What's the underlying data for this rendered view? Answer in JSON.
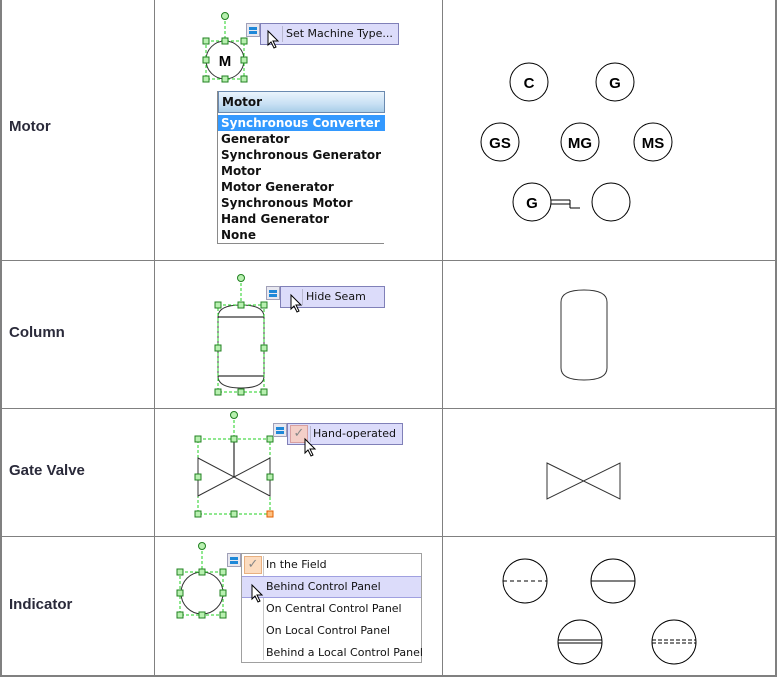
{
  "rows": [
    {
      "label": "Motor",
      "smart_tag": {
        "label": "Set Machine Type..."
      },
      "shape_letter": "M",
      "dropdown": {
        "selected_value": "Motor",
        "highlighted": "Synchronous Converter",
        "options": [
          "Synchronous Converter",
          "Generator",
          "Synchronous Generator",
          "Motor",
          "Motor Generator",
          "Synchronous Motor",
          "Hand Generator",
          "None"
        ]
      },
      "variants": [
        "C",
        "G",
        "GS",
        "MG",
        "MS",
        "G",
        ""
      ]
    },
    {
      "label": "Column",
      "smart_tag": {
        "label": "Hide Seam"
      }
    },
    {
      "label": "Gate Valve",
      "smart_tag": {
        "label": "Hand-operated",
        "checked": true,
        "check_glyph": "✓"
      }
    },
    {
      "label": "Indicator",
      "menu": {
        "items": [
          {
            "label": "In the Field",
            "checked": true
          },
          {
            "label": "Behind Control Panel",
            "hovered": true
          },
          {
            "label": "On Central Control Panel"
          },
          {
            "label": "On Local Control Panel"
          },
          {
            "label": "Behind a Local Control Panel"
          }
        ],
        "check_glyph": "✓"
      },
      "variants": [
        "In the Field (dashed line)",
        "On Central Control Panel (solid line)",
        "Behind Control Panel (double line)",
        "Behind a Local Control Panel (double dashed line)"
      ]
    }
  ],
  "colors": {
    "grid": "#808080",
    "handle_fill": "#b8f0b0",
    "handle_stroke": "#208020",
    "selection_dash": "#20d020",
    "dropdown_highlight": "#3399ff",
    "menu_highlight": "#dcdcfa"
  }
}
